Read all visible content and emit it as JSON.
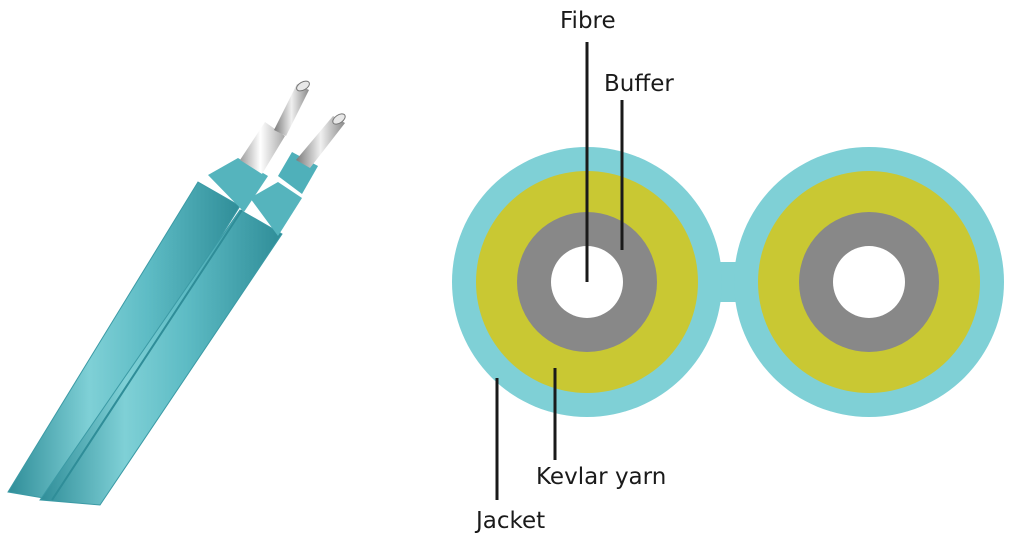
{
  "labels": {
    "fibre": "Fibre",
    "buffer": "Buffer",
    "kevlar": "Kevlar yarn",
    "jacket": "Jacket"
  },
  "colors": {
    "jacket": "#7fd0d6",
    "jacket_dark": "#4aa8b3",
    "kevlar": "#c9c833",
    "buffer": "#888888",
    "fibre": "#ffffff",
    "leader": "#1a1a1a",
    "buffer_tube": "#f2f2f2"
  }
}
